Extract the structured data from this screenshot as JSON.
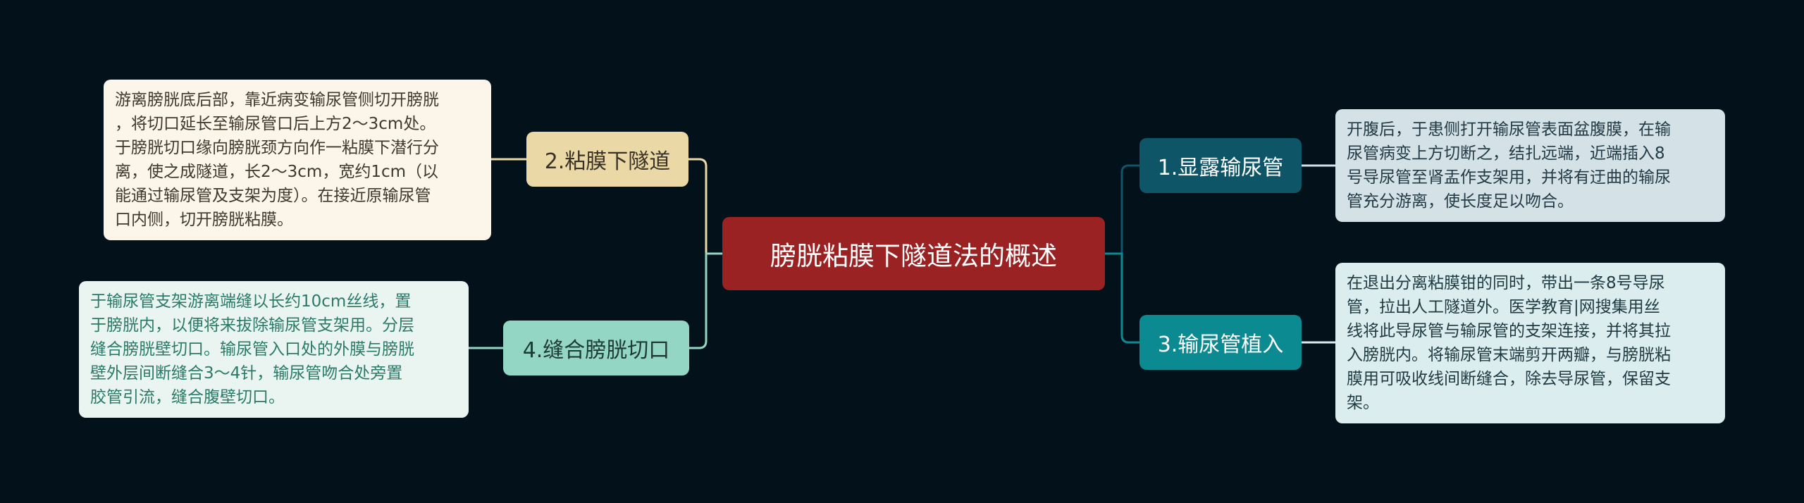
{
  "root": {
    "label": "膀胱粘膜下隧道法的概述"
  },
  "topics": [
    {
      "label": "1.显露输尿管",
      "detail_lines": [
        "开腹后，于患侧打开输尿管表面盆腹膜，在输",
        "尿管病变上方切断之，结扎远端，近端插入8",
        "号导尿管至肾盂作支架用，并将有迂曲的输尿",
        "管充分游离，使长度足以吻合。"
      ]
    },
    {
      "label": "2.粘膜下隧道",
      "detail_lines": [
        "游离膀胱底后部，靠近病变输尿管侧切开膀胱",
        "，将切口延长至输尿管口后上方2～3cm处。",
        "于膀胱切口缘向膀胱颈方向作一粘膜下潜行分",
        "离，使之成隧道，长2～3cm，宽约1cm（以",
        "能通过输尿管及支架为度）。在接近原输尿管",
        "口内侧，切开膀胱粘膜。"
      ]
    },
    {
      "label": "3.输尿管植入",
      "detail_lines": [
        "在退出分离粘膜钳的同时，带出一条8号导尿",
        "管，拉出人工隧道外。医学教育|网搜集用丝",
        "线将此导尿管与输尿管的支架连接，并将其拉",
        "入膀胱内。将输尿管末端剪开两瓣，与膀胱粘",
        "膜用可吸收线间断缝合，除去导尿管，保留支",
        "架。"
      ]
    },
    {
      "label": "4.缝合膀胱切口",
      "detail_lines": [
        "于输尿管支架游离端缝以长约10cm丝线，置",
        "于膀胱内，以便将来拔除输尿管支架用。分层",
        "缝合膀胱壁切口。输尿管入口处的外膜与膀胱",
        "壁外层间断缝合3～4针，输尿管吻合处旁置",
        "胶管引流，缝合腹壁切口。"
      ]
    }
  ],
  "colors": {
    "background": "#03111a",
    "root": "#9b2223",
    "topic1": "#0f5568",
    "topic2": "#ead9a6",
    "topic3": "#0b8b91",
    "topic4": "#93d6c3"
  }
}
